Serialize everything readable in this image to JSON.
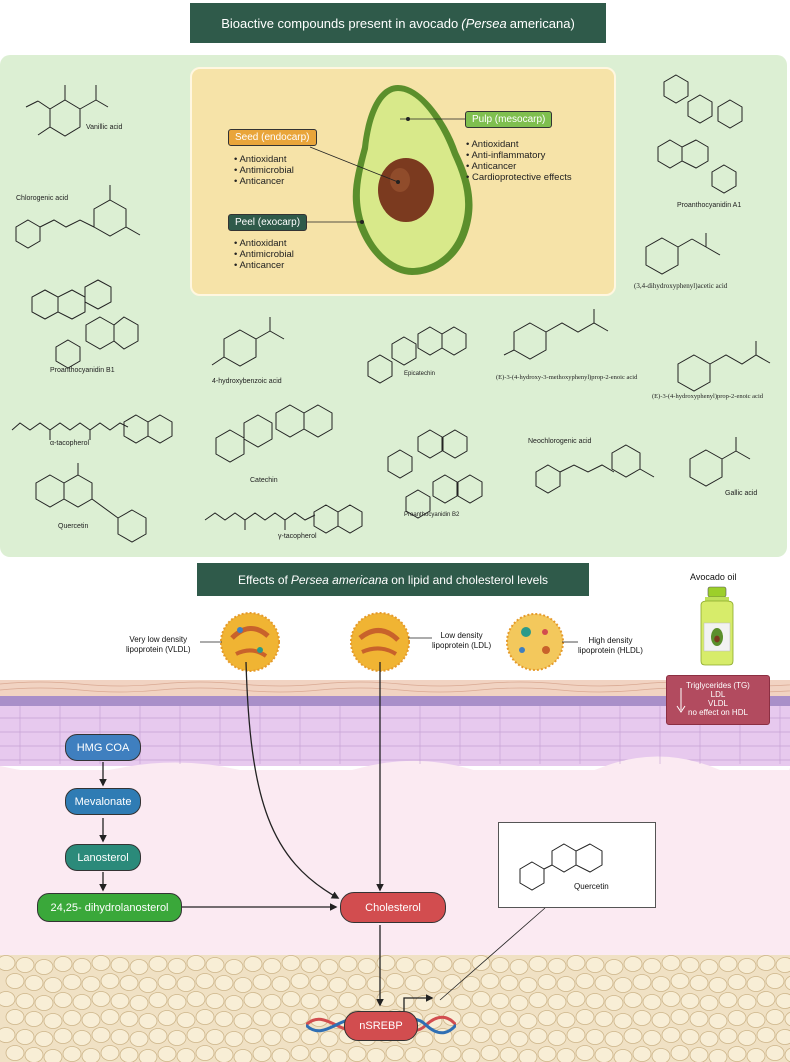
{
  "top_title": {
    "prefix": "Bioactive compounds present in avocado",
    "italic": "(Persea",
    "suffix": "americana)"
  },
  "avocado": {
    "seed": {
      "label": "Seed (endocarp)",
      "props": [
        "Antioxidant",
        "Antimicrobial",
        "Anticancer"
      ]
    },
    "pulp": {
      "label": "Pulp (mesocarp)",
      "props": [
        "Antioxidant",
        "Anti-inflammatory",
        "Anticancer",
        "Cardioprotective effects"
      ]
    },
    "peel": {
      "label": "Peel (exocarp)",
      "props": [
        "Antioxidant",
        "Antimicrobial",
        "Anticancer"
      ]
    }
  },
  "compounds": {
    "vanillic": "Vanillic acid",
    "chlorogenic": "Chlorogenic acid",
    "proantho_b1": "Proanthocyanidin B1",
    "tocopherol_a": "α-tacopherol",
    "quercetin": "Quercetin",
    "hydroxybenzoic": "4-hydroxybenzoic acid",
    "catechin": "Catechin",
    "tocopherol_g": "γ-tacopherol",
    "epicatechin": "Epicatechin",
    "proantho_b2": "Proanthocyanidin B2",
    "methoxyphenyl": "(E)-3-(4-hydroxy-3-methoxyphenyl)prop-2-enoic acid",
    "neochlorogenic": "Neochlorogenic acid",
    "proantho_a1": "Proanthocyanidin A1",
    "dihydroxyphenyl": "(3,4-dihydroxyphenyl)acetic acid",
    "hydroxyphenyl": "(E)-3-(4-hydroxyphenyl)prop-2-enoic acid",
    "gallic": "Gallic acid"
  },
  "bottom_title": {
    "prefix": "Effects of",
    "italic": "Persea americana",
    "suffix": "on lipid and cholesterol levels"
  },
  "avocado_oil": "Avocado oil",
  "lipoproteins": {
    "vldl": [
      "Very low density",
      "lipoprotein (VLDL)"
    ],
    "ldl": [
      "Low density",
      "lipoprotein (LDL)"
    ],
    "hdl": [
      "High density",
      "lipoprotein (HLDL)"
    ]
  },
  "effects_box": [
    "Triglycerides (TG)",
    "LDL",
    "VLDL",
    "no effect on HDL"
  ],
  "pathway": {
    "hmg": "HMG COA",
    "mevalonate": "Mevalonate",
    "lanosterol": "Lanosterol",
    "dihydro": "24,25- dihydrolanosterol",
    "cholesterol": "Cholesterol",
    "nsrebp": "nSREBP",
    "quercetin": "Quercetin"
  },
  "colors": {
    "panel": "#dcefd3",
    "title_bar": "#2f5a4a",
    "seed": "#e9a53a",
    "pulp": "#7fbf4f",
    "peel": "#2f5a4a",
    "cholesterol": "#d24d4f"
  }
}
